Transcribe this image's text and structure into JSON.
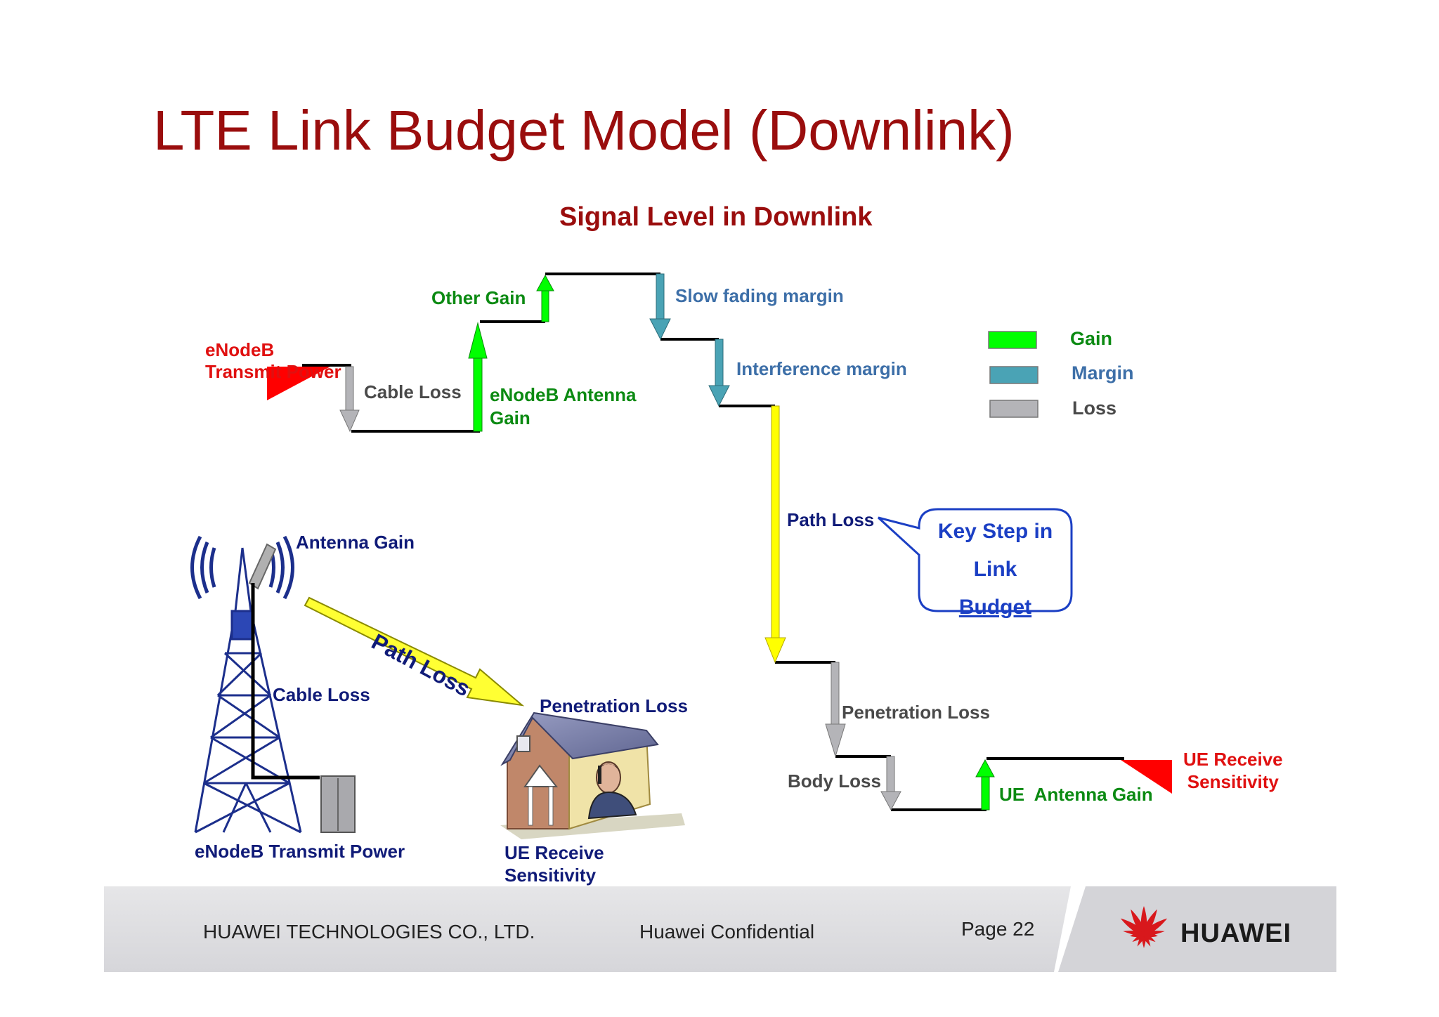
{
  "slide": {
    "title": "LTE Link Budget Model (Downlink)",
    "subtitle": "Signal Level in Downlink"
  },
  "budget": {
    "enodeb_tx_power": "eNodeB\nTransmit Power",
    "cable_loss": "Cable Loss",
    "enodeb_antenna_gain": "eNodeB Antenna\nGain",
    "other_gain": "Other Gain",
    "slow_fading_margin": "Slow fading margin",
    "interference_margin": "Interference margin",
    "path_loss": "Path Loss",
    "penetration_loss": "Penetration Loss",
    "body_loss": "Body Loss",
    "ue_antenna_gain": "UE  Antenna Gain",
    "ue_receive_sensitivity": "UE Receive\nSensitivity"
  },
  "callout": {
    "text_line1": "Key Step in",
    "text_line2": "Link",
    "text_line3": "Budget"
  },
  "legend": {
    "items": [
      {
        "label": "Gain",
        "color": "#00ff00"
      },
      {
        "label": "Margin",
        "color": "#4aa3b5"
      },
      {
        "label": "Loss",
        "color": "#b4b4b8"
      }
    ]
  },
  "illustration": {
    "antenna_gain": "Antenna Gain",
    "cable_loss": "Cable Loss",
    "enodeb_tx_power": "eNodeB Transmit Power",
    "path_loss": "Path Loss",
    "penetration_loss": "Penetration Loss",
    "ue_receive_sensitivity": "UE Receive\nSensitivity"
  },
  "footer": {
    "company": "HUAWEI TECHNOLOGIES CO., LTD.",
    "confidential": "Huawei Confidential",
    "page": "Page 22",
    "logo_text": "HUAWEI"
  },
  "colors": {
    "title": "#9a0d0d",
    "gain": "#00ff00",
    "margin": "#4aa3b5",
    "loss": "#b4b4b8",
    "path_loss": "#ffff00"
  }
}
